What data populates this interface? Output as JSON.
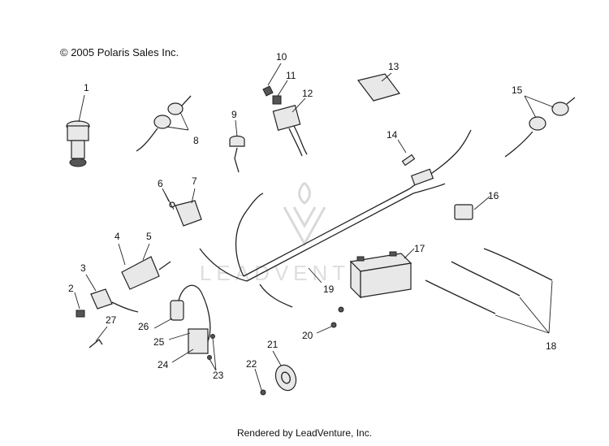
{
  "header": {
    "copyright": "© 2005 Polaris Sales Inc."
  },
  "footer": {
    "rendered_by": "Rendered by LeadVenture, Inc."
  },
  "callouts": [
    "1",
    "2",
    "3",
    "4",
    "5",
    "6",
    "7",
    "8",
    "9",
    "10",
    "11",
    "12",
    "13",
    "14",
    "15",
    "16",
    "17",
    "18",
    "19",
    "20",
    "21",
    "22",
    "23",
    "24",
    "25",
    "26",
    "27"
  ],
  "watermark": {
    "text": "LEADVENTURE"
  },
  "colors": {
    "line": "#222222",
    "watermark": "#d9d9d9",
    "background": "#ffffff"
  }
}
